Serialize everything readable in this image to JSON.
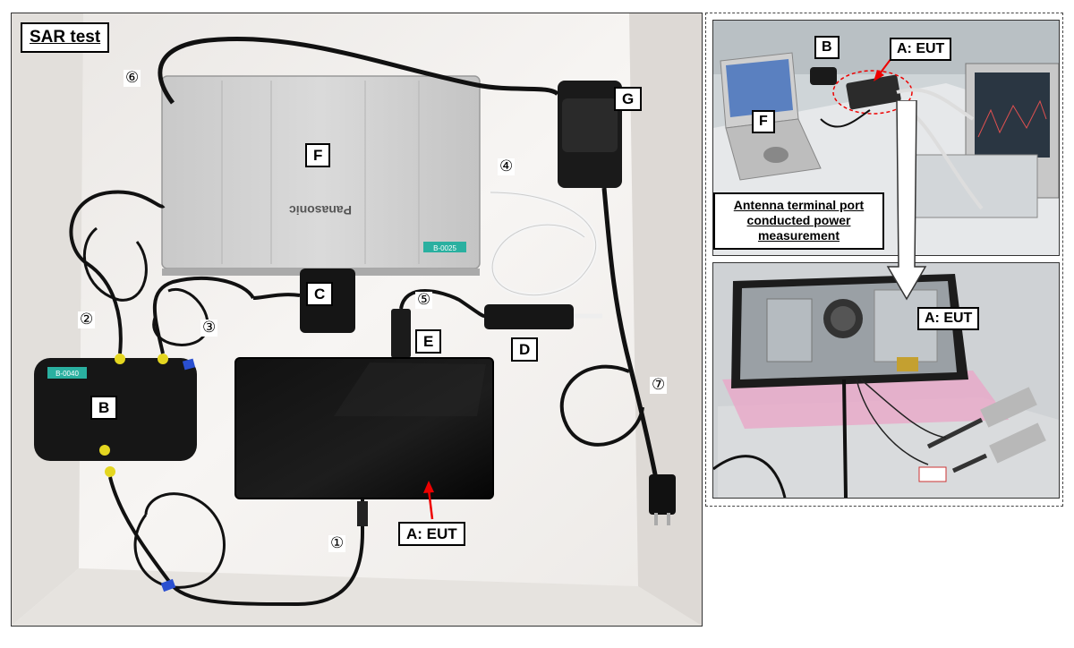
{
  "left_panel": {
    "title": "SAR test",
    "labels": {
      "F": "F",
      "B": "B",
      "C": "C",
      "D": "D",
      "E": "E",
      "G": "G",
      "A": "A: EUT"
    },
    "numbers": [
      "①",
      "②",
      "③",
      "④",
      "⑤",
      "⑥",
      "⑦"
    ],
    "laptop_brand": "Panasonic",
    "laptop_tag": "B-0025",
    "hub_tag": "B-0040"
  },
  "top_right_panel": {
    "labels": {
      "B": "B",
      "A": "A: EUT",
      "F": "F"
    },
    "note": "Antenna terminal port conducted power measurement"
  },
  "bottom_right_panel": {
    "labels": {
      "A": "A: EUT"
    }
  }
}
